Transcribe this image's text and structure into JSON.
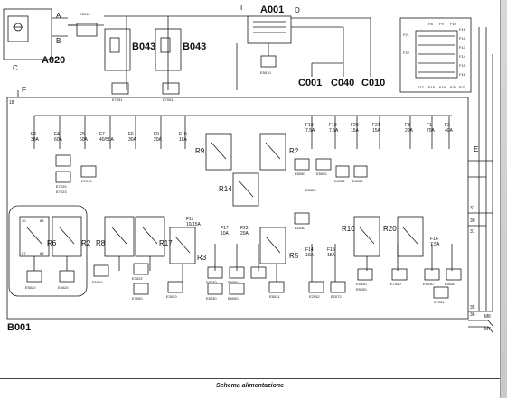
{
  "diagram": {
    "title": "Schema alimentazione",
    "modules": {
      "a001": "A001",
      "a020": "A020",
      "b043_left": "B043",
      "b043_right": "B043",
      "b001": "B001",
      "c001": "C001",
      "c040": "C040",
      "c010": "C010"
    },
    "connectors": [
      "A",
      "B",
      "C",
      "D",
      "E",
      "F",
      "I"
    ],
    "fuses": [
      {
        "name": "F8",
        "rating": "30A"
      },
      {
        "name": "F4",
        "rating": "60A"
      },
      {
        "name": "F5",
        "rating": "60A"
      },
      {
        "name": "F7",
        "rating": "40/50A"
      },
      {
        "name": "F6",
        "rating": "30A"
      },
      {
        "name": "F9",
        "rating": "20A"
      },
      {
        "name": "F10",
        "rating": "15A"
      },
      {
        "name": "F18",
        "rating": "7.5A"
      },
      {
        "name": "F19",
        "rating": "7.5A"
      },
      {
        "name": "F20",
        "rating": "15A"
      },
      {
        "name": "F21",
        "rating": "15A"
      },
      {
        "name": "F3",
        "rating": "20A"
      },
      {
        "name": "F1",
        "rating": "70A"
      },
      {
        "name": "F2",
        "rating": "40A"
      },
      {
        "name": "F11",
        "rating": "10/15A"
      },
      {
        "name": "F17",
        "rating": "10A"
      },
      {
        "name": "F22",
        "rating": "20A"
      },
      {
        "name": "F14",
        "rating": "10A"
      },
      {
        "name": "F15",
        "rating": "15A"
      },
      {
        "name": "F16",
        "rating": "7.5A"
      }
    ],
    "relays": [
      "R6",
      "R2",
      "R8",
      "R17",
      "R9",
      "R3",
      "R14",
      "R2",
      "R5",
      "R10",
      "R20"
    ],
    "relay_pins": [
      "30",
      "85",
      "87",
      "86"
    ],
    "loads": [
      "E5010",
      "E7051",
      "E7051",
      "E5010",
      "E7020",
      "E7023",
      "E7040",
      "E5020",
      "E5020",
      "E6010",
      "E3022",
      "E7050",
      "E3030",
      "E5030",
      "E5050",
      "E5030",
      "E5050",
      "E5021",
      "E2030",
      "E5050",
      "E5050",
      "E5020",
      "E6021",
      "E5050",
      "E2052",
      "E2072",
      "E5030",
      "E5050",
      "E7050",
      "E5030",
      "E5050",
      "E7051"
    ],
    "wire_numbers": [
      "18",
      "31",
      "30",
      "31",
      "35",
      "36"
    ],
    "ground_labels": [
      "M6",
      "M7"
    ],
    "legend_numbers": [
      "F8",
      "F9",
      "F10",
      "F11",
      "F12",
      "F13",
      "F14",
      "F15",
      "F16",
      "F17",
      "F18",
      "F19",
      "F20",
      "F21",
      "F22",
      "F23"
    ],
    "colors": {
      "line": "#1a1a1a",
      "panel": "#ffffff",
      "background": "#ffffff"
    }
  }
}
